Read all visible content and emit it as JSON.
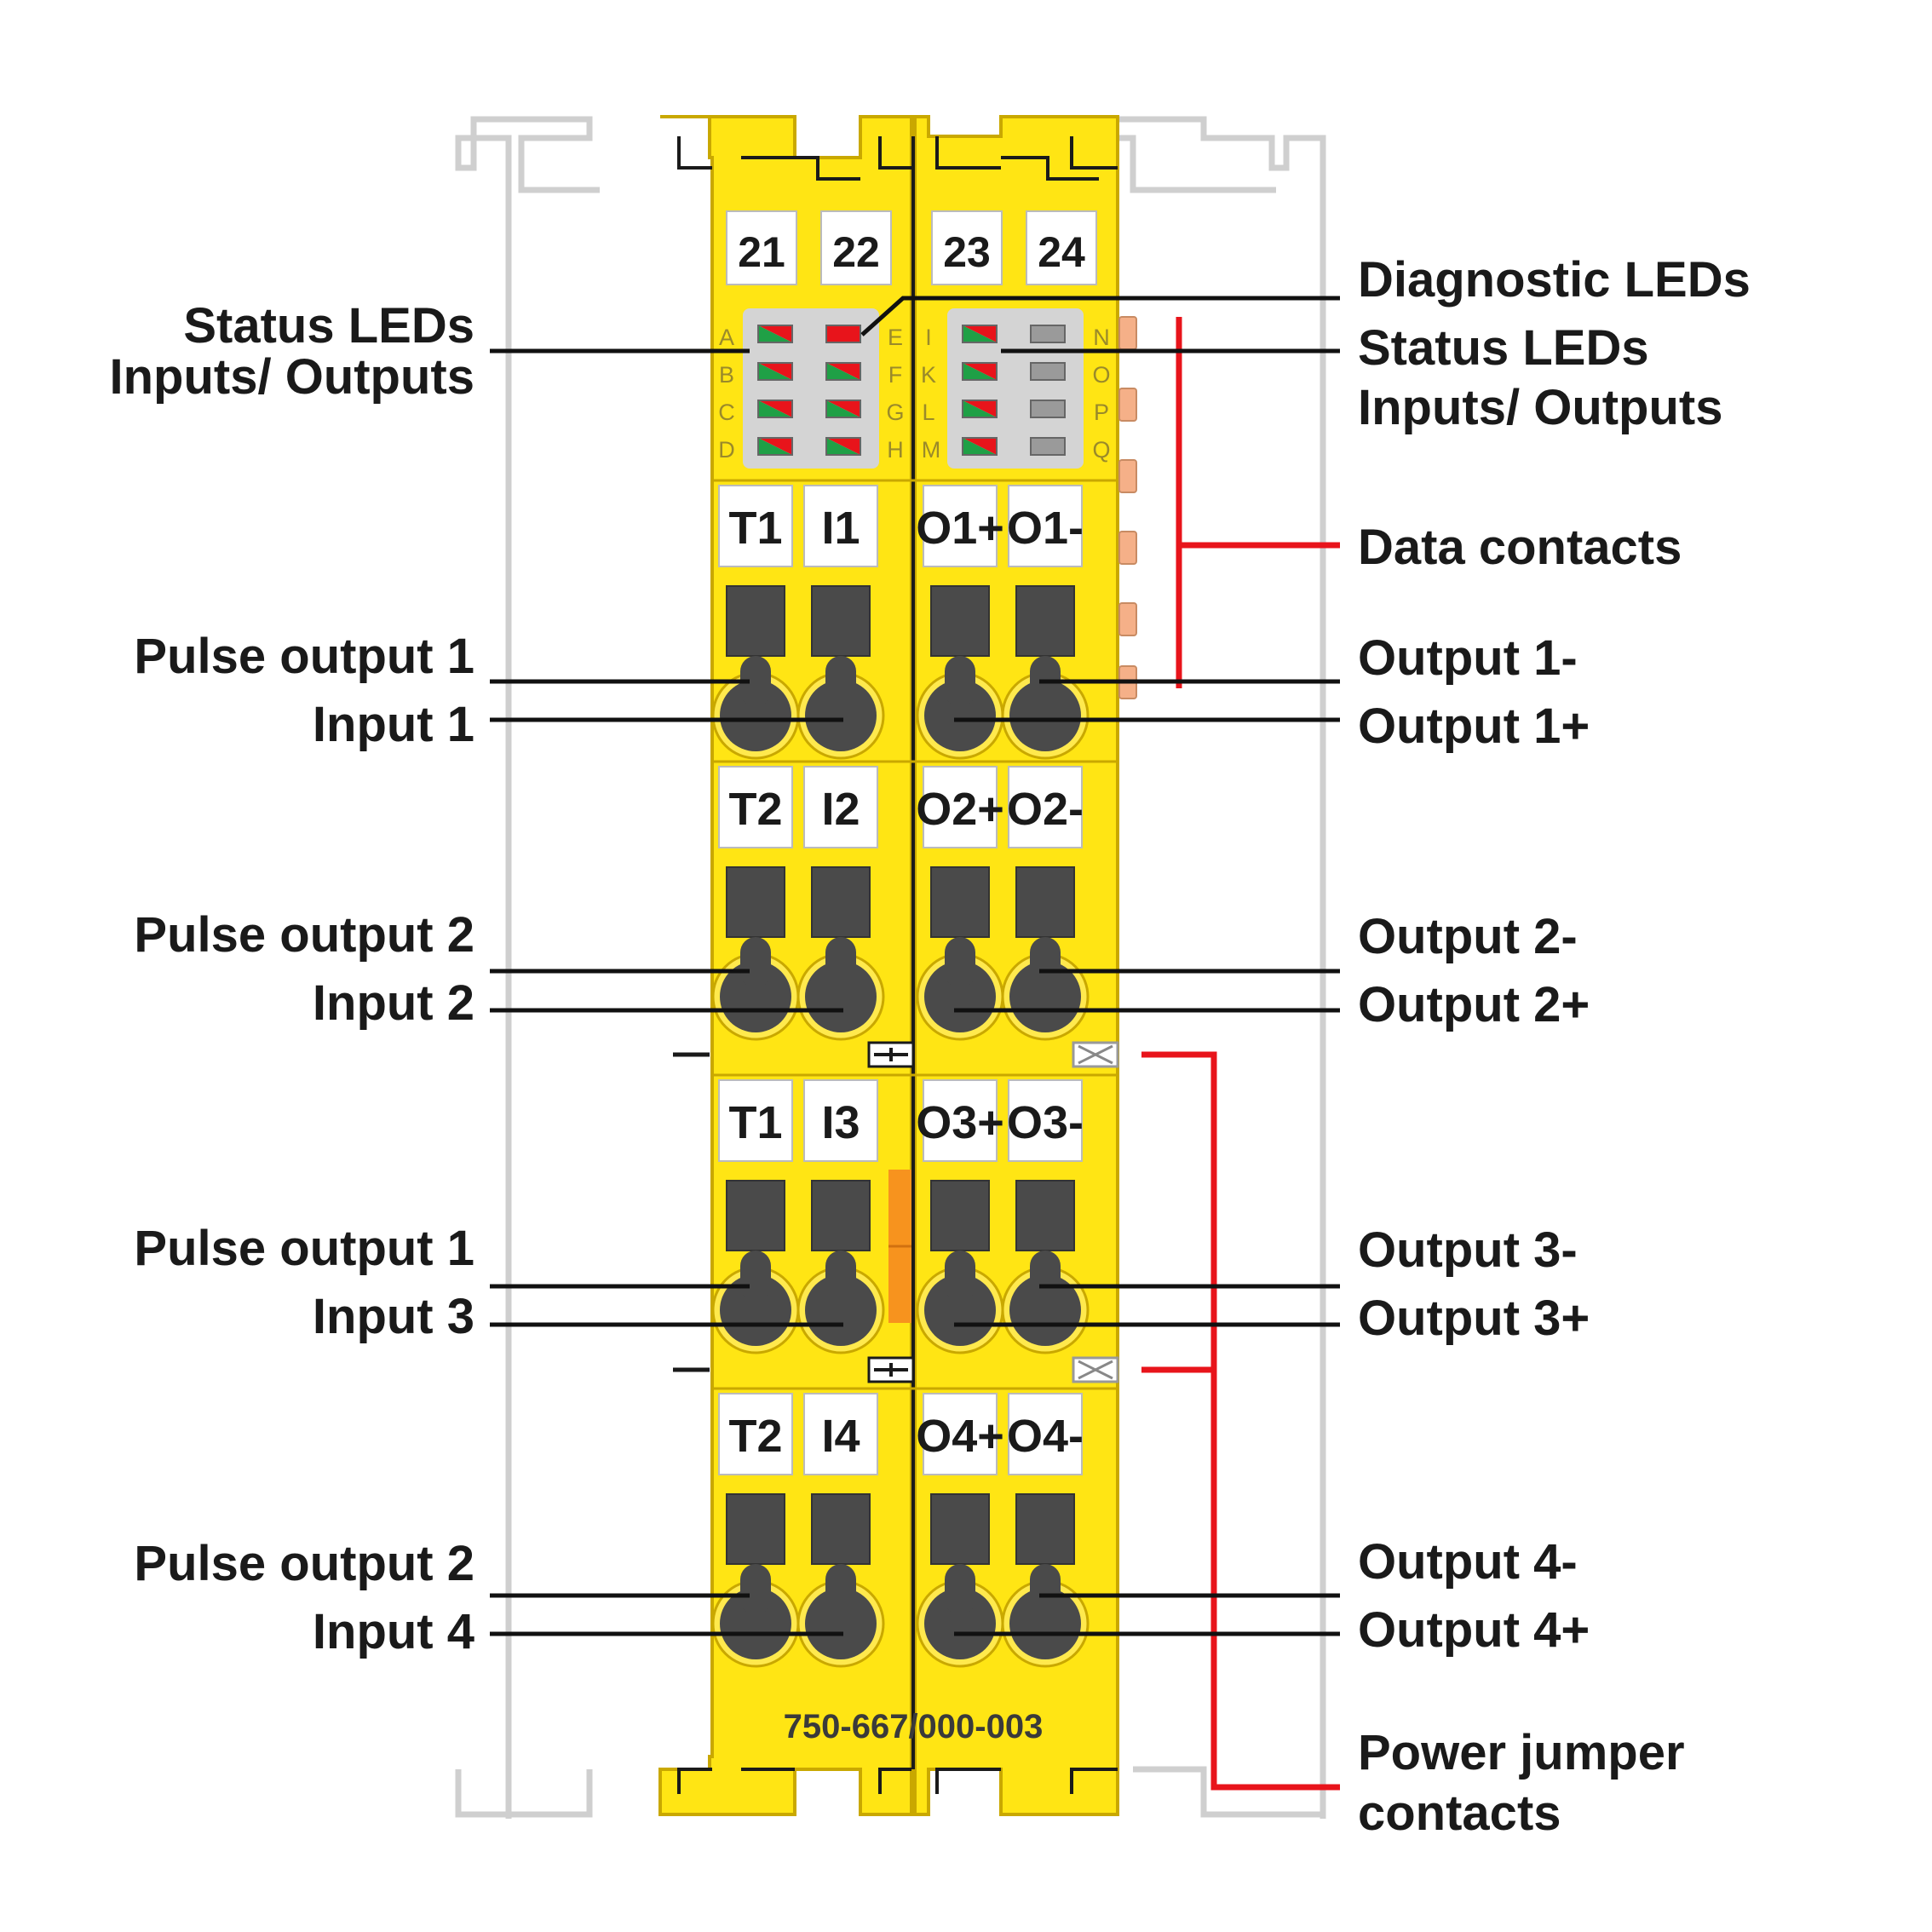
{
  "slots": [
    "21",
    "22",
    "23",
    "24"
  ],
  "led_letters": {
    "left": [
      "A",
      "B",
      "C",
      "D"
    ],
    "mid_left": [
      "E",
      "F",
      "G",
      "H"
    ],
    "mid_right": [
      "I",
      "K",
      "L",
      "M"
    ],
    "right": [
      "N",
      "O",
      "P",
      "Q"
    ]
  },
  "terminals": [
    [
      "T1",
      "I1",
      "O1+",
      "O1-"
    ],
    [
      "T2",
      "I2",
      "O2+",
      "O2-"
    ],
    [
      "T1",
      "I3",
      "O3+",
      "O3-"
    ],
    [
      "T2",
      "I4",
      "O4+",
      "O4-"
    ]
  ],
  "model": "750-667/000-003",
  "labels": {
    "status_leds_left_1": "Status LEDs",
    "status_leds_left_2": "Inputs/ Outputs",
    "diagnostic_leds": "Diagnostic LEDs",
    "status_leds_right_1": "Status LEDs",
    "status_leds_right_2": "Inputs/ Outputs",
    "data_contacts": "Data contacts",
    "pulse_output_1a": "Pulse output 1",
    "input_1": "Input 1",
    "pulse_output_2a": "Pulse output 2",
    "input_2": "Input 2",
    "pulse_output_1b": "Pulse output 1",
    "input_3": "Input 3",
    "pulse_output_2b": "Pulse output 2",
    "input_4": "Input 4",
    "output_1_minus": "Output 1-",
    "output_1_plus": "Output 1+",
    "output_2_minus": "Output 2-",
    "output_2_plus": "Output 2+",
    "output_3_minus": "Output 3-",
    "output_3_plus": "Output 3+",
    "output_4_minus": "Output 4-",
    "output_4_plus": "Output 4+",
    "power_jumper_1": "Power jumper",
    "power_jumper_2": "contacts"
  },
  "colors": {
    "housing": "#FFE514",
    "housing_edge": "#C9A800",
    "led_red": "#E8141B",
    "led_green": "#1FA046",
    "led_gray": "#9A9A9A",
    "contact_dark": "#4A4A4A",
    "callout_line": "#111111",
    "bracket_red": "#E8141B",
    "data_contact": "#F5B088"
  }
}
